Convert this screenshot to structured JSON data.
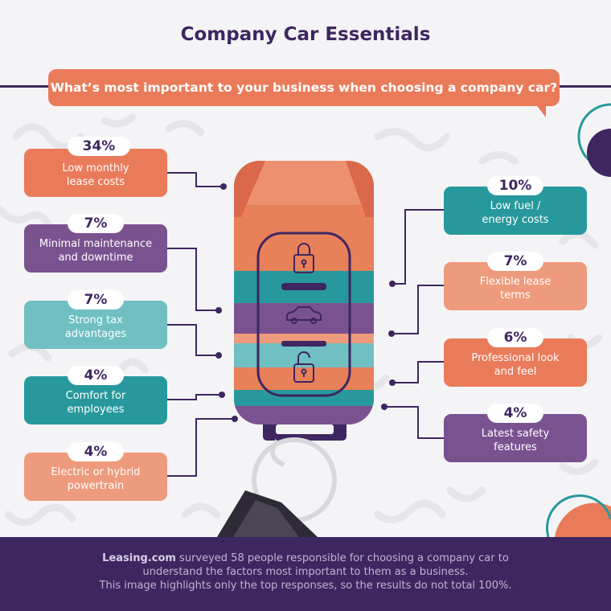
{
  "title": "Company Car Essentials",
  "question": "What’s most important to your business when choosing a company car?",
  "colors": {
    "purple_dark": "#3e2660",
    "coral": "#ea7b5a",
    "purple": "#7b5290",
    "teal_light": "#6fbfc3",
    "teal": "#27999d",
    "salmon": "#ee9a7c",
    "text_light": "#bfb5d2"
  },
  "chart_data": {
    "type": "table",
    "title": "Company Car Essentials",
    "categories": [
      "Low monthly lease costs",
      "Minimal maintenance and downtime",
      "Strong tax advantages",
      "Comfort for employees",
      "Electric or hybrid powertrain",
      "Low fuel / energy costs",
      "Flexible lease terms",
      "Professional look and feel",
      "Latest safety features"
    ],
    "values": [
      34,
      7,
      7,
      4,
      4,
      10,
      7,
      6,
      4
    ],
    "unit": "%"
  },
  "items": [
    {
      "pct": "34%",
      "label": "Low monthly\nlease costs",
      "color": "#ea7b5a"
    },
    {
      "pct": "7%",
      "label": "Minimal maintenance\nand downtime",
      "color": "#7b5290"
    },
    {
      "pct": "7%",
      "label": "Strong tax\nadvantages",
      "color": "#6fbfc3"
    },
    {
      "pct": "4%",
      "label": "Comfort for\nemployees",
      "color": "#27999d"
    },
    {
      "pct": "4%",
      "label": "Electric or hybrid\npowertrain",
      "color": "#ee9a7c"
    },
    {
      "pct": "10%",
      "label": "Low fuel /\nenergy costs",
      "color": "#27999d"
    },
    {
      "pct": "7%",
      "label": "Flexible lease\nterms",
      "color": "#ee9a7c"
    },
    {
      "pct": "6%",
      "label": "Professional look\nand feel",
      "color": "#ea7b5a"
    },
    {
      "pct": "4%",
      "label": "Latest safety\nfeatures",
      "color": "#7b5290"
    }
  ],
  "footer": {
    "brand": "Leasing.com",
    "line1_rest": " surveyed 58 people responsible for choosing a company car to",
    "line2": "understand the factors most important to them as a business.",
    "line3": "This image highlights only the top responses, so the results do not total 100%."
  }
}
